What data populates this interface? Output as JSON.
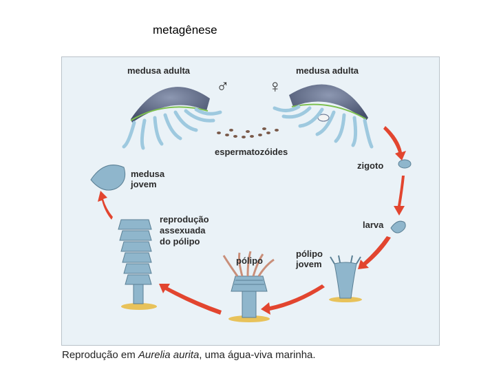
{
  "slide": {
    "title": "metagênese"
  },
  "labels": {
    "medusa_male": "medusa adulta",
    "medusa_female": "medusa adulta",
    "male_symbol": "♂",
    "female_symbol": "♀",
    "sperm": "espermatozóides",
    "zygote": "zigoto",
    "larva": "larva",
    "young_polyp_1": "pólipo",
    "young_polyp_2": "jovem",
    "polyp": "pólipo",
    "asexual_1": "reprodução",
    "asexual_2": "assexuada",
    "asexual_3": "do pólipo",
    "young_medusa_1": "medusa",
    "young_medusa_2": "jovem"
  },
  "caption": {
    "prefix": "Reprodução em ",
    "species": "Aurelia aurita",
    "suffix": ", uma água-viva marinha."
  },
  "colors": {
    "background": "#eaf2f7",
    "medusa_bell": "#5f6d8c",
    "tentacle": "#9ec9df",
    "arrow": "#e2452f",
    "polyp": "#8fb6cc",
    "base": "#e8c25a"
  }
}
